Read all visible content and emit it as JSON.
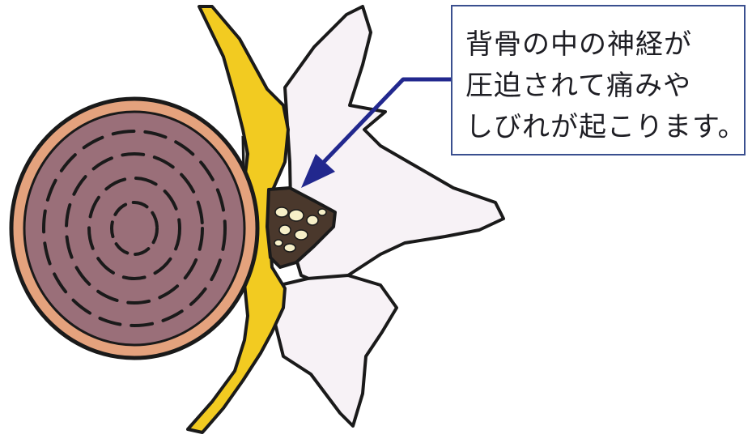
{
  "callout": {
    "lines": [
      "背骨の中の神経が",
      "圧迫されて痛みや",
      "しびれが起こります。"
    ]
  },
  "colors": {
    "vertebral_body_fill": "#9a6f79",
    "vertebral_body_rim": "#e4a27d",
    "nerve_fill": "#f2cb21",
    "spinal_canal_fill": "#4a382c",
    "bone_fill": "#f7f2f6",
    "arrow": "#22288e",
    "outline": "#1a1a1a"
  }
}
